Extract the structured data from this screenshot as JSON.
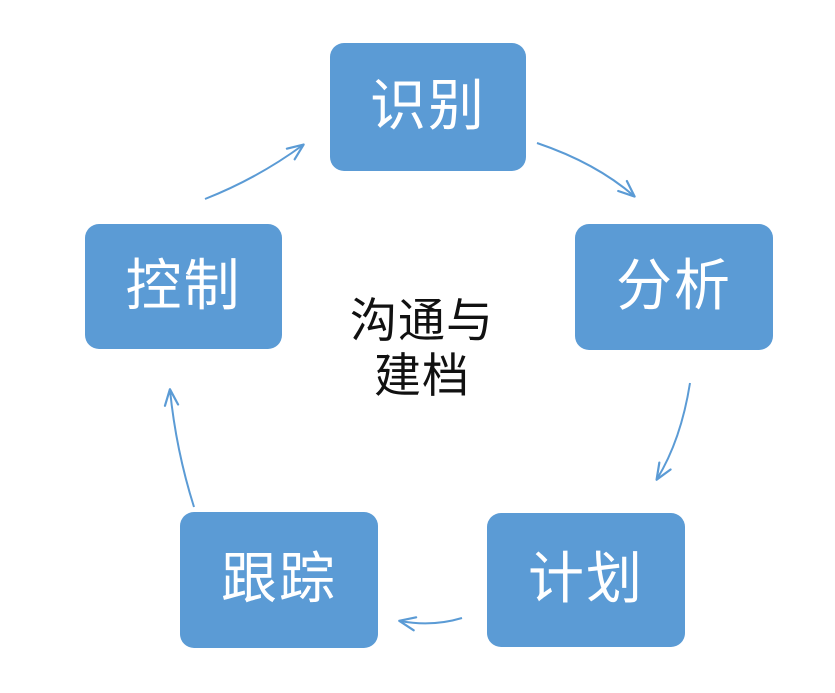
{
  "diagram": {
    "type": "cycle",
    "title_center": {
      "line1": "沟通与",
      "line2": "建档",
      "color": "#111111"
    },
    "node_color": "#5B9BD5",
    "node_text_color": "#FFFFFF",
    "arrow_color": "#5B9BD5",
    "background": "#FFFFFF",
    "nodes": [
      {
        "id": "identify",
        "label": "识别"
      },
      {
        "id": "analyze",
        "label": "分析"
      },
      {
        "id": "plan",
        "label": "计划"
      },
      {
        "id": "track",
        "label": "跟踪"
      },
      {
        "id": "control",
        "label": "控制"
      }
    ],
    "arrows": [
      {
        "id": "identify-to-analyze",
        "from": "identify",
        "to": "analyze",
        "direction": "down-right"
      },
      {
        "id": "analyze-to-plan",
        "from": "analyze",
        "to": "plan",
        "direction": "down-left"
      },
      {
        "id": "plan-to-track",
        "from": "plan",
        "to": "track",
        "direction": "left"
      },
      {
        "id": "track-to-control",
        "from": "track",
        "to": "control",
        "direction": "up"
      },
      {
        "id": "control-to-identify",
        "from": "control",
        "to": "identify",
        "direction": "up-right"
      }
    ]
  }
}
